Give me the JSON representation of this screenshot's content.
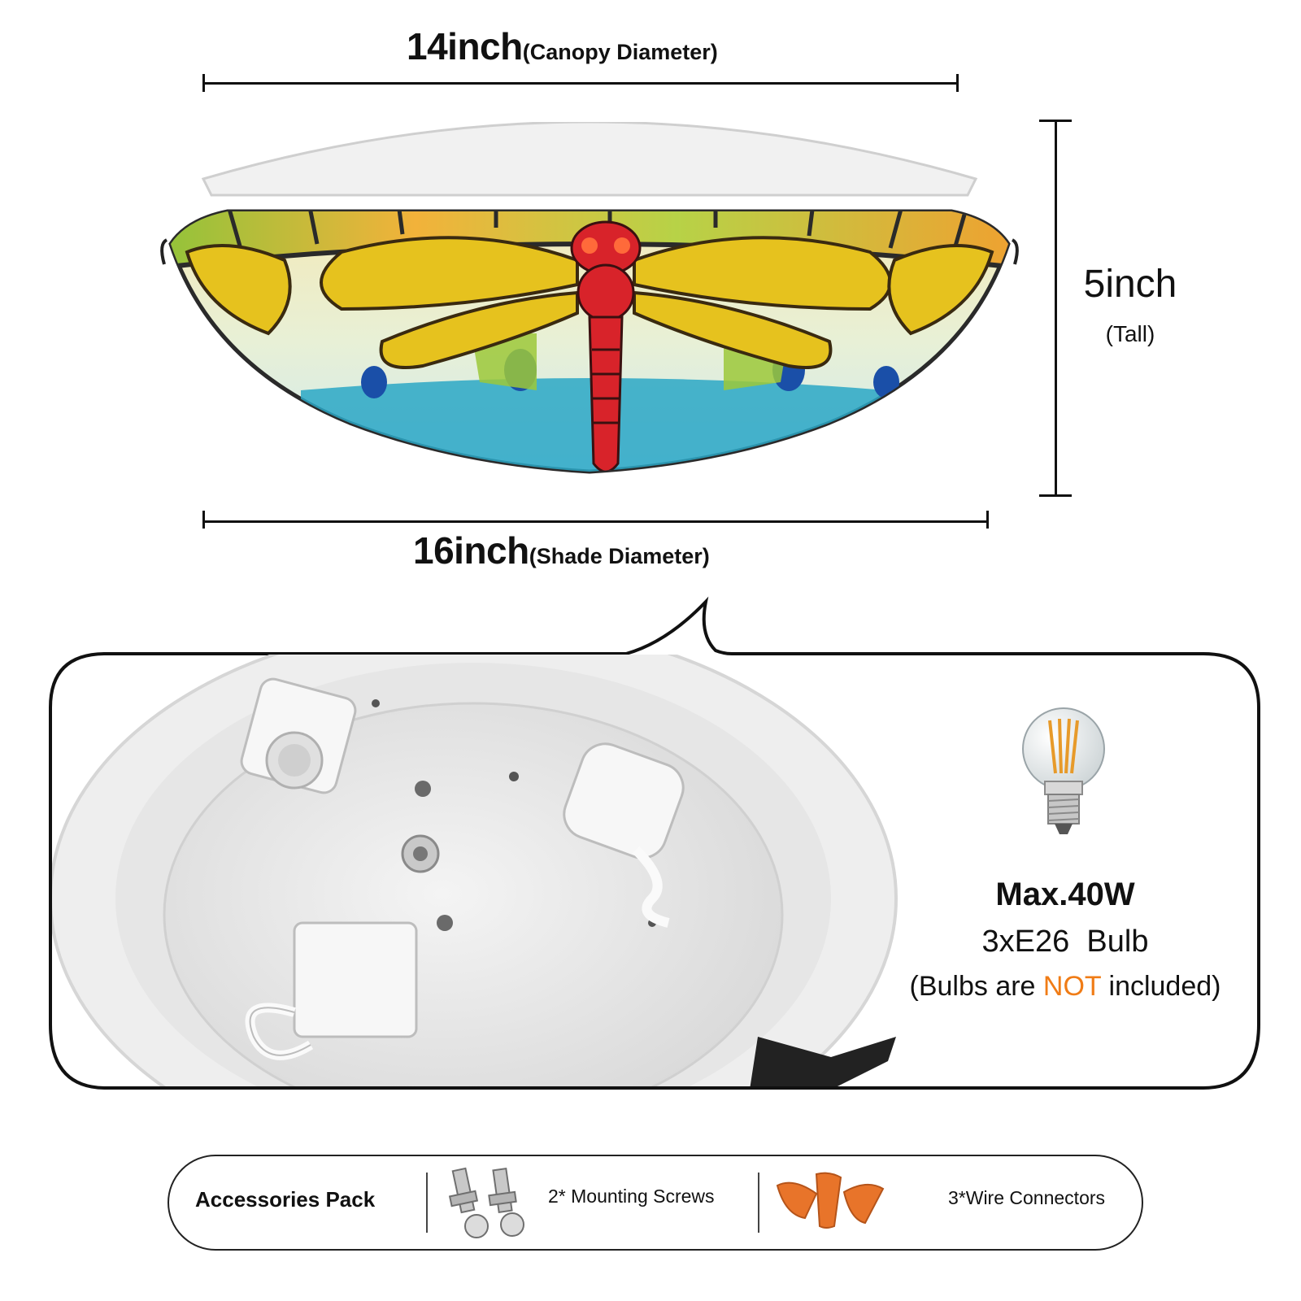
{
  "dimensions": {
    "canopy": {
      "value": "14inch",
      "note": "(Canopy Diameter)"
    },
    "shade": {
      "value": "16inch",
      "note": "(Shade Diameter)"
    },
    "height": {
      "value": "5inch",
      "note": "(Tall)"
    }
  },
  "bulb": {
    "max_power": "Max.40W",
    "count": "3xE26  Bulb",
    "note_before": "(Bulbs are ",
    "note_highlight": "NOT",
    "note_after": " included)"
  },
  "accessories": {
    "title": "Accessories Pack",
    "items": [
      {
        "label": "2* Mounting Screws",
        "icon": "screw-icon"
      },
      {
        "label": "3*Wire Connectors",
        "icon": "wire-connector-icon"
      }
    ]
  },
  "colors": {
    "highlight": "#f07c16",
    "outline": "#111111",
    "glass_green": "#9ccc3a",
    "glass_amber": "#f2a23a",
    "dragonfly_body": "#d8232a",
    "jewel_blue": "#1f9bbf"
  }
}
